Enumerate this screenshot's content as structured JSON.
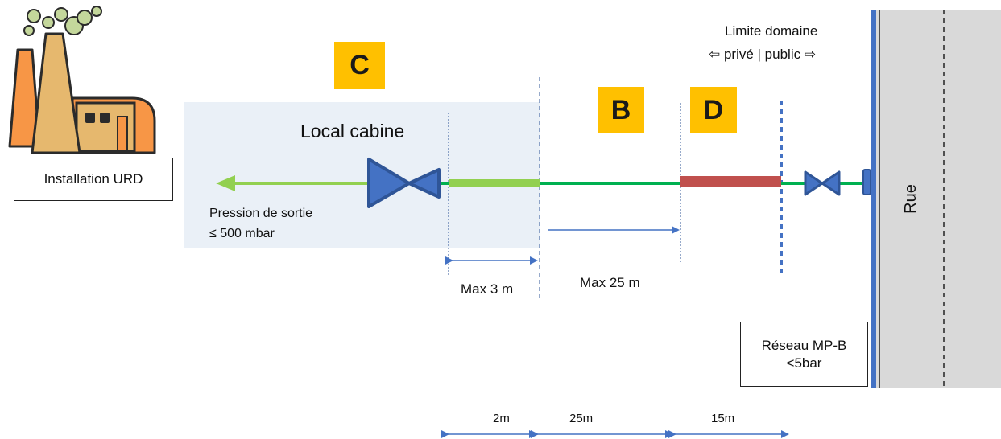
{
  "zones": {
    "c": "C",
    "b": "B",
    "d": "D"
  },
  "labels": {
    "installation": "Installation URD",
    "local_cabine": "Local cabine",
    "pression_line1": "Pression de sortie",
    "pression_line2": "≤ 500 mbar",
    "limite_line1": "Limite domaine",
    "limite_line2": "⇦ privé | public ⇨",
    "rue": "Rue",
    "reseau_line1": "Réseau MP-B",
    "reseau_line2": "<5bar"
  },
  "dimensions": {
    "max3": "Max 3 m",
    "max25": "Max 25 m",
    "seg_2m": "2m",
    "seg_25m": "25m",
    "seg_15m": "15m"
  },
  "icons": {
    "factory": "factory-icon",
    "regulator": "regulator-valve-icon",
    "valve": "shutoff-valve-icon",
    "connector": "pipe-connector-icon"
  },
  "colors": {
    "zone_tag": "#ffc000",
    "cabin_fill": "#eaf0f7",
    "pipe_green": "#00b050",
    "pipe_light_green": "#92d050",
    "pipe_red": "#c0504d",
    "valve_blue": "#4472c4",
    "valve_outline": "#2f5597",
    "street_gray": "#d9d9d9",
    "factory_orange": "#f79646",
    "factory_tan": "#e6b86e",
    "smoke_green": "#c4d79b"
  }
}
